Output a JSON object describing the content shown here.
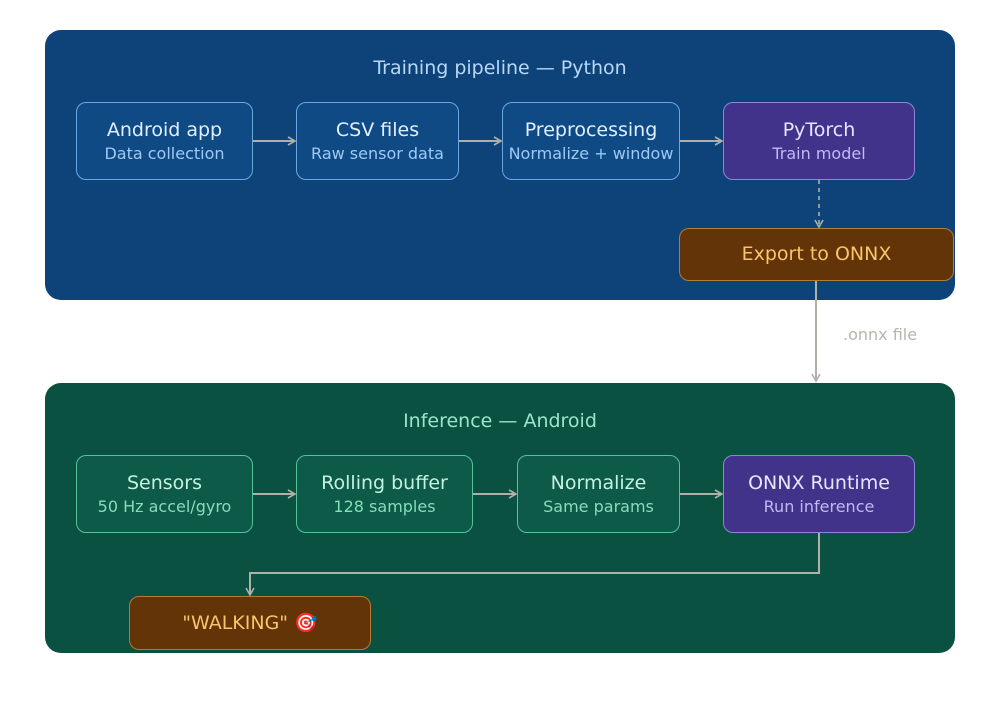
{
  "training": {
    "title": "Training pipeline — Python",
    "nodes": {
      "android_app": {
        "title": "Android app",
        "sub": "Data collection"
      },
      "csv_files": {
        "title": "CSV files",
        "sub": "Raw sensor data"
      },
      "preprocessing": {
        "title": "Preprocessing",
        "sub": "Normalize + window"
      },
      "pytorch": {
        "title": "PyTorch",
        "sub": "Train model"
      },
      "export": {
        "title": "Export to ONNX"
      }
    }
  },
  "handoff": {
    "label": ".onnx file"
  },
  "inference": {
    "title": "Inference — Android",
    "nodes": {
      "sensors": {
        "title": "Sensors",
        "sub": "50 Hz accel/gyro"
      },
      "rolling_buffer": {
        "title": "Rolling buffer",
        "sub": "128 samples"
      },
      "normalize": {
        "title": "Normalize",
        "sub": "Same params"
      },
      "onnx_runtime": {
        "title": "ONNX Runtime",
        "sub": "Run inference"
      },
      "result": {
        "title": "\"WALKING\" 🎯"
      }
    }
  },
  "colors": {
    "training_panel": "#0d4379",
    "inference_panel": "#0b5141",
    "model_node": "#42338a",
    "output_node": "#633408",
    "edge": "#aeb1a8"
  }
}
